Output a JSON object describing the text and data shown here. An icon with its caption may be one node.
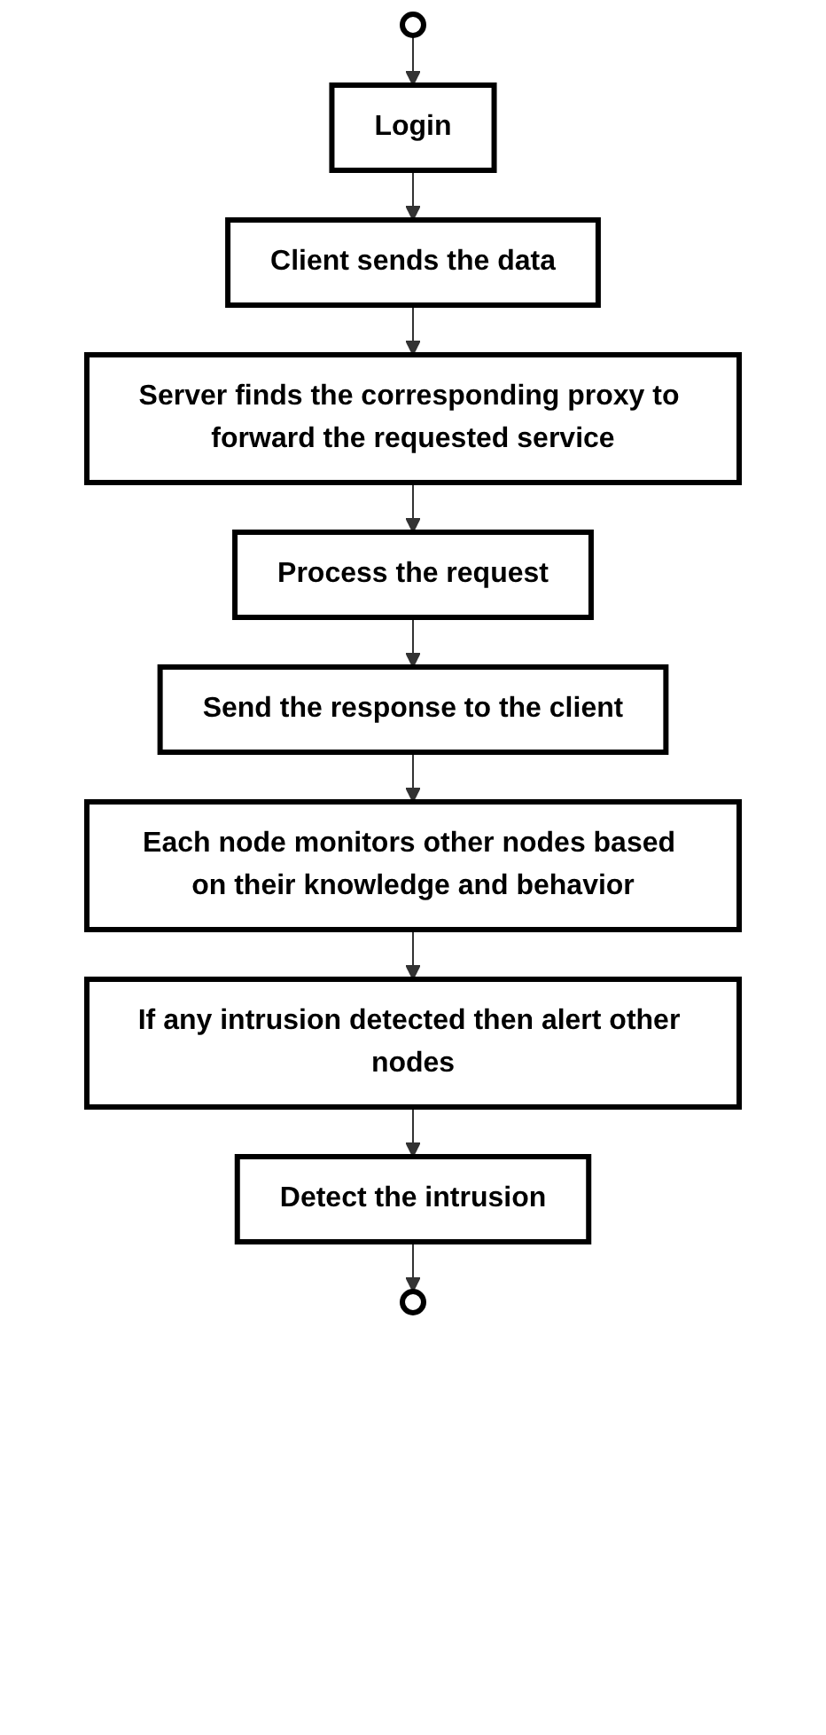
{
  "diagram": {
    "nodes": [
      {
        "text": [],
        "shape": "circle"
      },
      {
        "text": [
          "Login"
        ]
      },
      {
        "text": [
          "Client sends the data"
        ]
      },
      {
        "text": [
          "Server finds the corresponding proxy to forward the requested service"
        ]
      },
      {
        "text": [
          "Process the request"
        ]
      },
      {
        "text": [
          "Send the response to the client"
        ]
      },
      {
        "text": [
          "Each node monitors other nodes based on their knowledge and behavior"
        ]
      },
      {
        "text": [
          "If any intrusion detected then alert other nodes"
        ]
      },
      {
        "text": [
          "Detect the intrusion"
        ]
      },
      {
        "text": [],
        "shape": "circle"
      }
    ],
    "edges": [
      {
        "from": 0,
        "to": 1,
        "arrow": "to"
      },
      {
        "from": 1,
        "to": 2,
        "arrow": "to"
      },
      {
        "from": 2,
        "to": 3,
        "arrow": "to"
      },
      {
        "from": 3,
        "to": 4,
        "arrow": "to"
      },
      {
        "from": 4,
        "to": 5,
        "arrow": "to"
      },
      {
        "from": 5,
        "to": 6,
        "arrow": "to"
      },
      {
        "from": 6,
        "to": 7,
        "arrow": "to"
      },
      {
        "from": 7,
        "to": 8,
        "arrow": "to"
      },
      {
        "from": 8,
        "to": 9,
        "arrow": "to"
      }
    ]
  }
}
